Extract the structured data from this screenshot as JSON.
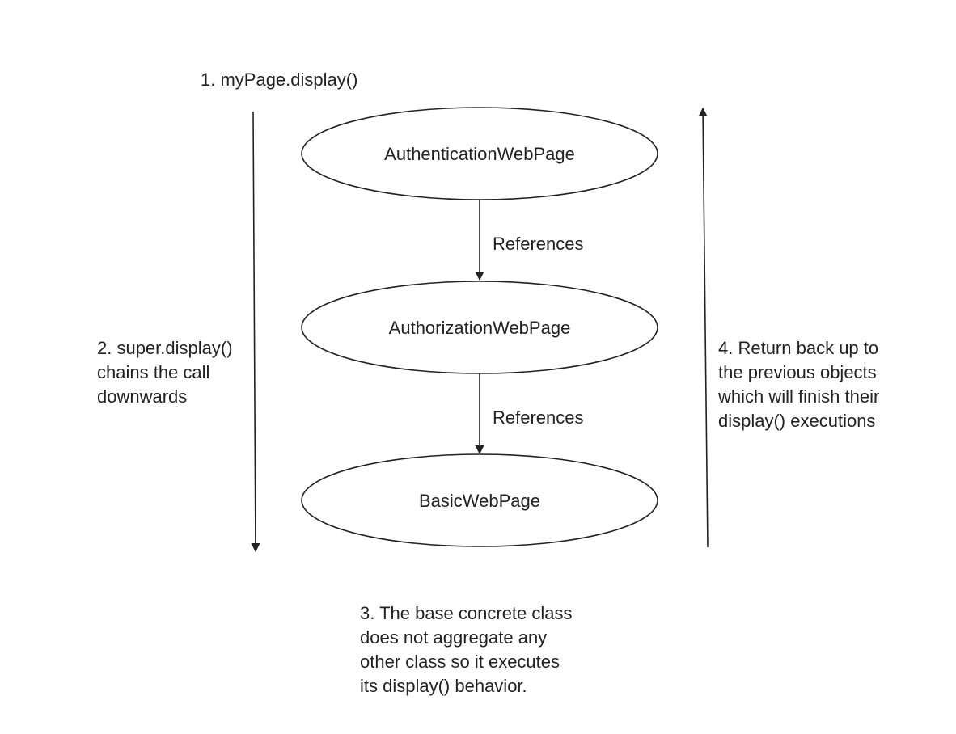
{
  "notes": {
    "step1": [
      "1. myPage.display()"
    ],
    "step2": [
      "2. super.display()",
      "chains the call",
      "downwards"
    ],
    "step3": [
      "3. The base concrete class",
      "does not aggregate any",
      "other class so it executes",
      "its display() behavior."
    ],
    "step4": [
      "4. Return back up to",
      "the previous objects",
      "which will finish their",
      "display() executions"
    ]
  },
  "nodes": [
    {
      "id": "authentication",
      "label": "AuthenticationWebPage"
    },
    {
      "id": "authorization",
      "label": "AuthorizationWebPage"
    },
    {
      "id": "basic",
      "label": "BasicWebPage"
    }
  ],
  "edges": [
    {
      "from": "authentication",
      "to": "authorization",
      "label": "References"
    },
    {
      "from": "authorization",
      "to": "basic",
      "label": "References"
    }
  ],
  "colors": {
    "stroke": "#222222",
    "background": "#ffffff"
  }
}
